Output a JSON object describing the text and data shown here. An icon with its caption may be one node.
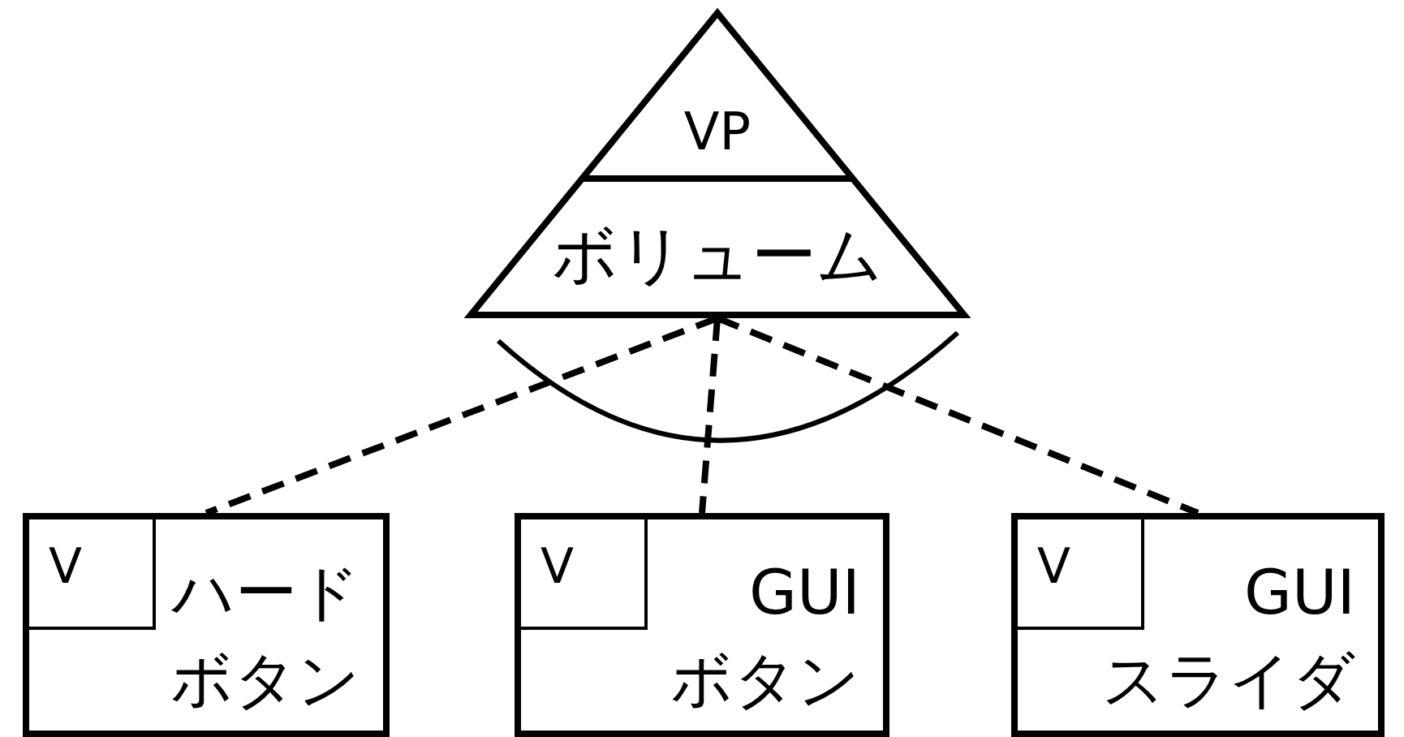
{
  "diagram": {
    "nodes": [
      {
        "text": [
          "VP",
          "ボリューム"
        ]
      },
      {
        "text": [
          "V",
          "ハードボタン"
        ]
      },
      {
        "text": [
          "V",
          "GUIボタン"
        ]
      },
      {
        "text": [
          "V",
          "GUIスライダ"
        ]
      }
    ],
    "edges": [
      {
        "from": 0,
        "to": 1,
        "arrow": "none",
        "style": "dashed"
      },
      {
        "from": 0,
        "to": 2,
        "arrow": "none",
        "style": "dashed"
      },
      {
        "from": 0,
        "to": 3,
        "arrow": "none",
        "style": "dashed"
      }
    ]
  }
}
